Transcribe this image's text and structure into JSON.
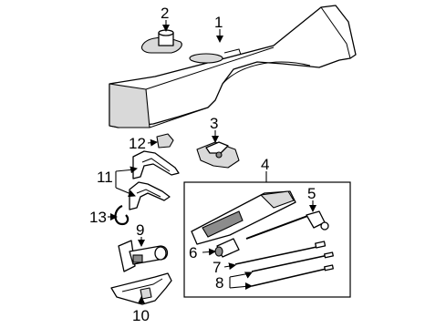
{
  "diagram": {
    "callouts": {
      "c1": "1",
      "c2": "2",
      "c3": "3",
      "c4": "4",
      "c5": "5",
      "c6": "6",
      "c7": "7",
      "c8": "8",
      "c9": "9",
      "c10": "10",
      "c11": "11",
      "c12": "12",
      "c13": "13"
    },
    "colors": {
      "line": "#000000",
      "fill": "#ffffff",
      "shade": "#d9d9d9",
      "dark": "#8c8c8c"
    }
  }
}
